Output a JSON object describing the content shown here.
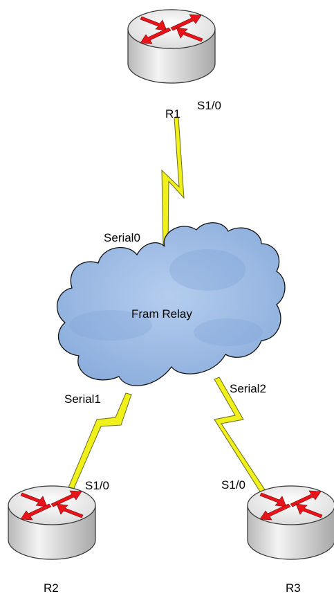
{
  "colors": {
    "cloud_fill": "#9dbbe5",
    "cloud_stroke": "#000000",
    "link_fill": "#f0f01a",
    "link_stroke": "#5a5a20",
    "router_body": "#e8e8e8",
    "arrow": "#e8141a"
  },
  "cloud": {
    "label": "Fram Relay",
    "icon": "cloud-icon"
  },
  "routers": [
    {
      "name": "R1",
      "interface": "S1/0",
      "icon": "router-icon"
    },
    {
      "name": "R2",
      "interface": "S1/0",
      "icon": "router-icon"
    },
    {
      "name": "R3",
      "interface": "S1/0",
      "icon": "router-icon"
    }
  ],
  "links": [
    {
      "cloud_port": "Serial0",
      "router": "R1",
      "router_port": "S1/0"
    },
    {
      "cloud_port": "Serial1",
      "router": "R2",
      "router_port": "S1/0"
    },
    {
      "cloud_port": "Serial2",
      "router": "R3",
      "router_port": "S1/0"
    }
  ]
}
